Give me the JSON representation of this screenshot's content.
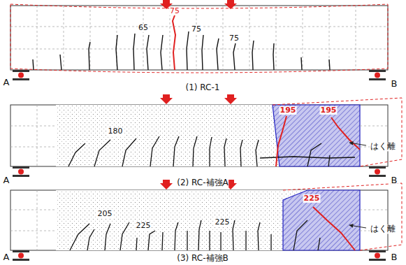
{
  "diagram": {
    "labels": [
      "65",
      "75",
      "75",
      "75",
      "A",
      "B",
      "(1) RC-1",
      "180",
      "195",
      "195",
      "はく離",
      "A",
      "B",
      "(2) RC-補強A",
      "205",
      "225",
      "225",
      "225",
      "はく離",
      "A",
      "B",
      "(3) RC-補強B"
    ]
  }
}
